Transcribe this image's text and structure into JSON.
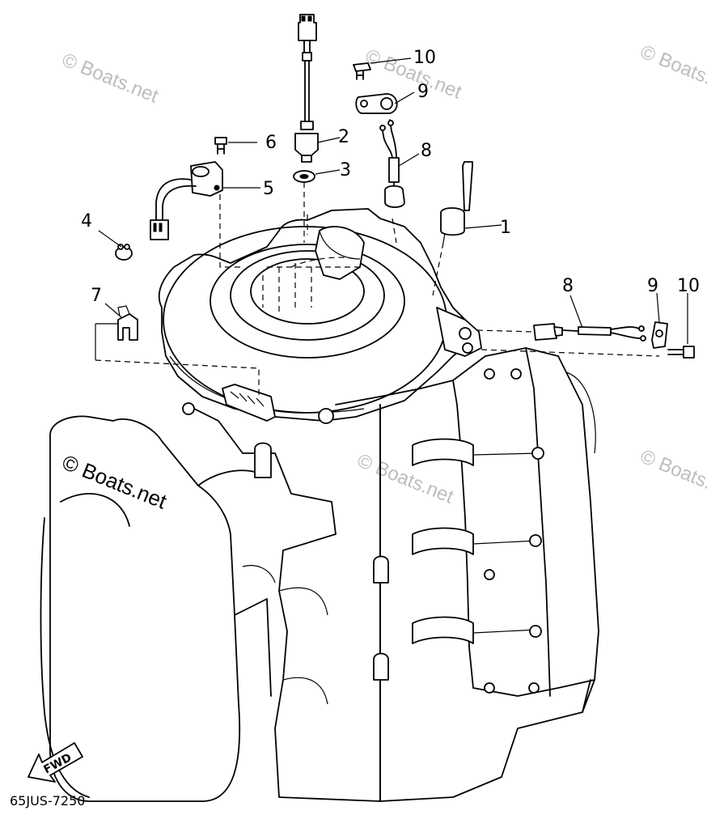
{
  "callouts": [
    {
      "id": "c1",
      "label": "1"
    },
    {
      "id": "c2",
      "label": "2"
    },
    {
      "id": "c3",
      "label": "3"
    },
    {
      "id": "c4",
      "label": "4"
    },
    {
      "id": "c5",
      "label": "5"
    },
    {
      "id": "c6",
      "label": "6"
    },
    {
      "id": "c7",
      "label": "7"
    },
    {
      "id": "c8a",
      "label": "8"
    },
    {
      "id": "c8b",
      "label": "8"
    },
    {
      "id": "c9a",
      "label": "9"
    },
    {
      "id": "c9b",
      "label": "9"
    },
    {
      "id": "c10a",
      "label": "10"
    },
    {
      "id": "c10b",
      "label": "10"
    }
  ],
  "watermarks": [
    "© Boats.net",
    "© Boats.net",
    "© Boats.net",
    "© Boats.net",
    "© Boats.net",
    "© Boats.net"
  ],
  "diagram_code": "65JUS-7250",
  "fwd_label": "FWD"
}
